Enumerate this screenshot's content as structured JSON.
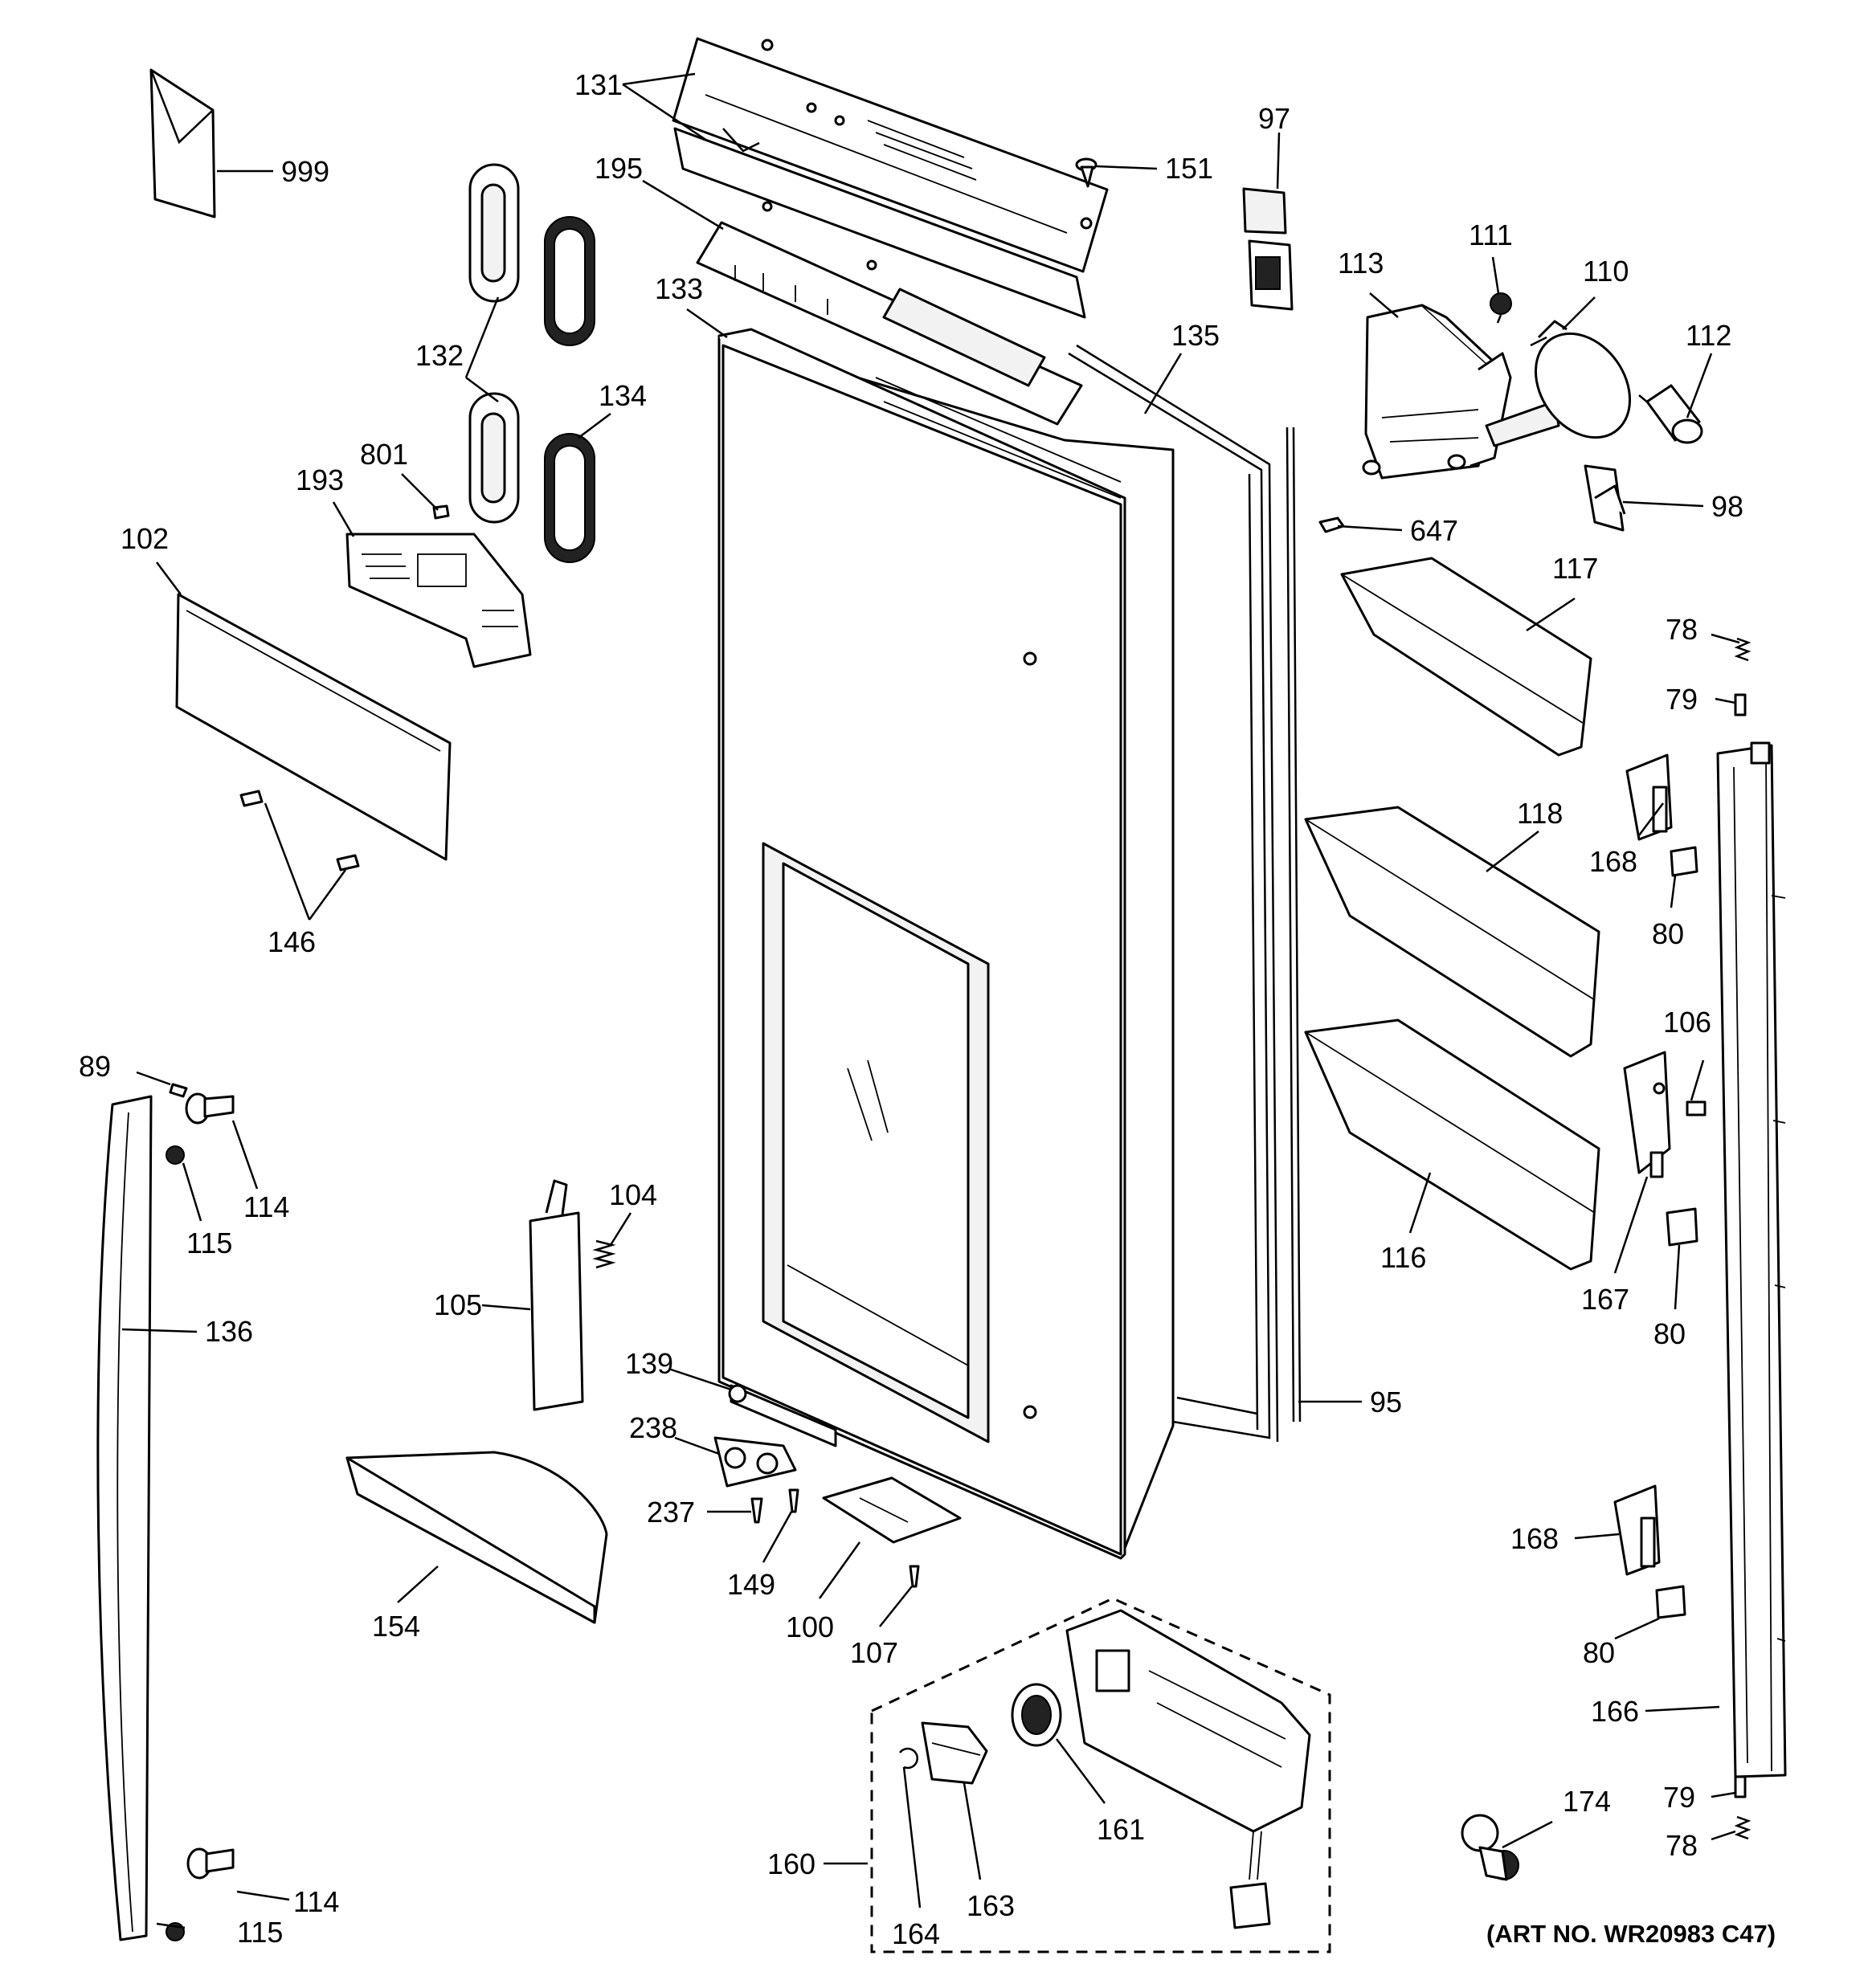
{
  "art_number": "(ART NO. WR20983 C47)",
  "callouts": [
    {
      "id": "c999",
      "text": "999"
    },
    {
      "id": "c131",
      "text": "131"
    },
    {
      "id": "c151",
      "text": "151"
    },
    {
      "id": "c97",
      "text": "97"
    },
    {
      "id": "c195",
      "text": "195"
    },
    {
      "id": "c111",
      "text": "111"
    },
    {
      "id": "c110",
      "text": "110"
    },
    {
      "id": "c113",
      "text": "113"
    },
    {
      "id": "c133",
      "text": "133"
    },
    {
      "id": "c135",
      "text": "135"
    },
    {
      "id": "c112",
      "text": "112"
    },
    {
      "id": "c132",
      "text": "132"
    },
    {
      "id": "c134",
      "text": "134"
    },
    {
      "id": "c193",
      "text": "193"
    },
    {
      "id": "c801",
      "text": "801"
    },
    {
      "id": "c98",
      "text": "98"
    },
    {
      "id": "c647",
      "text": "647"
    },
    {
      "id": "c102",
      "text": "102"
    },
    {
      "id": "c117",
      "text": "117"
    },
    {
      "id": "c78a",
      "text": "78"
    },
    {
      "id": "c79a",
      "text": "79"
    },
    {
      "id": "c118",
      "text": "118"
    },
    {
      "id": "c168a",
      "text": "168"
    },
    {
      "id": "c80a",
      "text": "80"
    },
    {
      "id": "c146",
      "text": "146"
    },
    {
      "id": "c106",
      "text": "106"
    },
    {
      "id": "c89",
      "text": "89"
    },
    {
      "id": "c114a",
      "text": "114"
    },
    {
      "id": "c115a",
      "text": "115"
    },
    {
      "id": "c104",
      "text": "104"
    },
    {
      "id": "c116",
      "text": "116"
    },
    {
      "id": "c167",
      "text": "167"
    },
    {
      "id": "c136",
      "text": "136"
    },
    {
      "id": "c105",
      "text": "105"
    },
    {
      "id": "c80b",
      "text": "80"
    },
    {
      "id": "c139",
      "text": "139"
    },
    {
      "id": "c95",
      "text": "95"
    },
    {
      "id": "c238",
      "text": "238"
    },
    {
      "id": "c237",
      "text": "237"
    },
    {
      "id": "c149",
      "text": "149"
    },
    {
      "id": "c168b",
      "text": "168"
    },
    {
      "id": "c154",
      "text": "154"
    },
    {
      "id": "c100",
      "text": "100"
    },
    {
      "id": "c107",
      "text": "107"
    },
    {
      "id": "c80c",
      "text": "80"
    },
    {
      "id": "c166",
      "text": "166"
    },
    {
      "id": "c161",
      "text": "161"
    },
    {
      "id": "c174",
      "text": "174"
    },
    {
      "id": "c79b",
      "text": "79"
    },
    {
      "id": "c114b",
      "text": "114"
    },
    {
      "id": "c163",
      "text": "163"
    },
    {
      "id": "c78b",
      "text": "78"
    },
    {
      "id": "c160",
      "text": "160"
    },
    {
      "id": "c115b",
      "text": "115"
    },
    {
      "id": "c164",
      "text": "164"
    }
  ]
}
